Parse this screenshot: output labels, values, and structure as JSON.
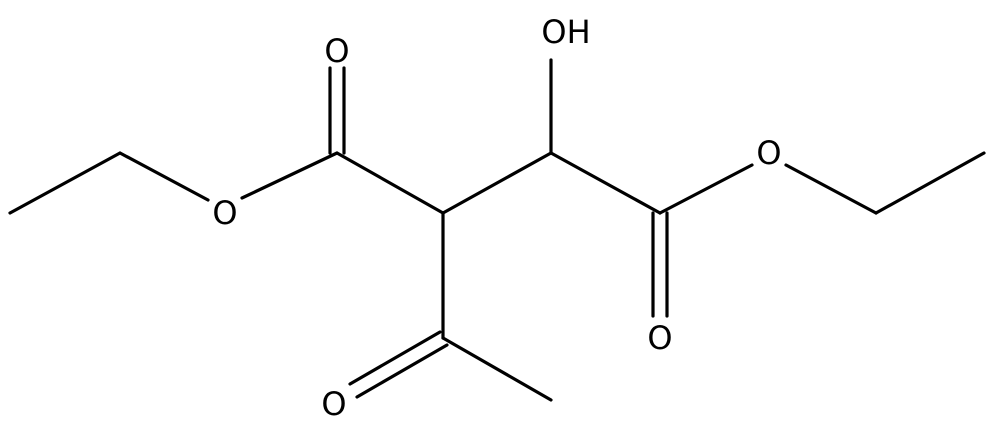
{
  "atoms": {
    "hydroxyl": "OH",
    "ester_left_carbonyl_oxygen": "O",
    "ester_left_ether_oxygen": "O",
    "ester_right_ether_oxygen": "O",
    "ester_right_carbonyl_oxygen": "O",
    "acetyl_oxygen": "O"
  },
  "colors": {
    "bond": "#000000",
    "label": "#000000",
    "background": "#ffffff"
  }
}
